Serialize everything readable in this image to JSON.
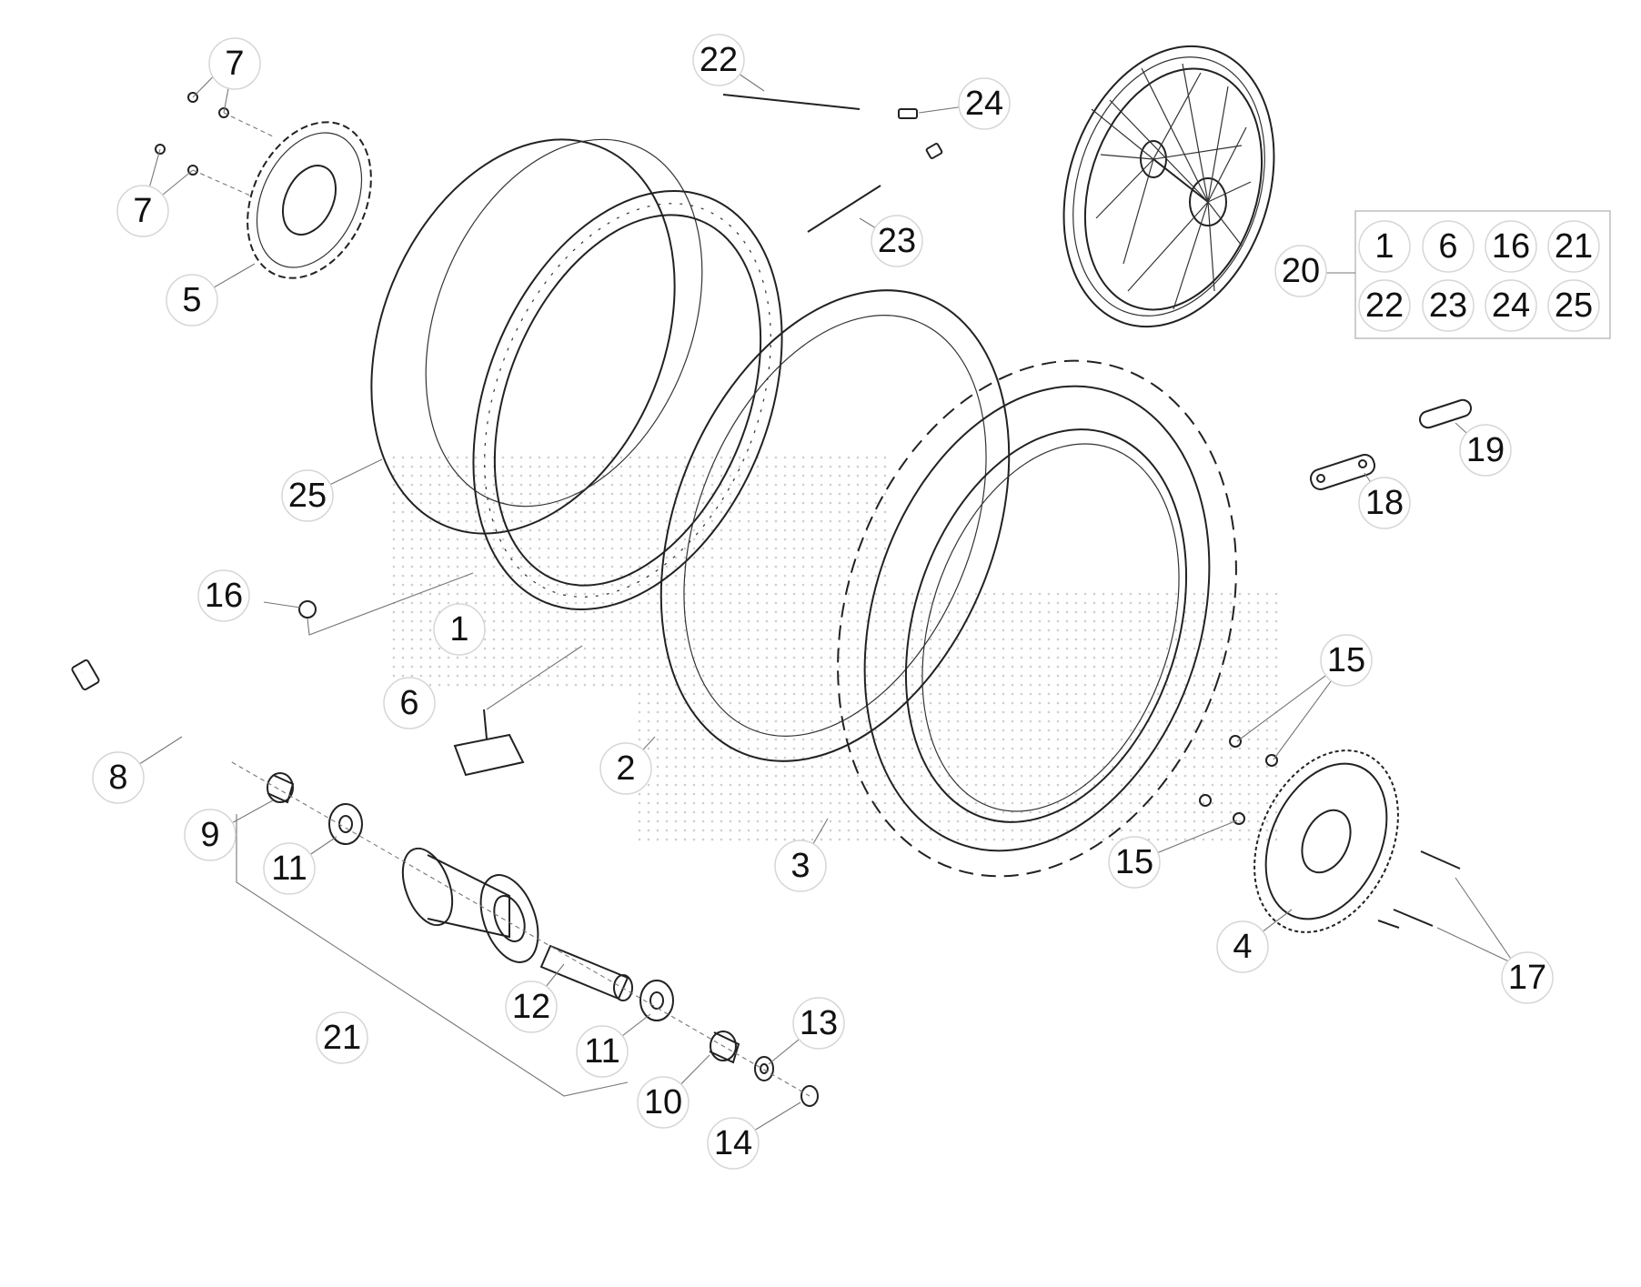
{
  "diagram": {
    "callouts": [
      "7",
      "7",
      "5",
      "22",
      "24",
      "23",
      "20",
      "25",
      "16",
      "1",
      "6",
      "8",
      "9",
      "11",
      "21",
      "12",
      "11",
      "10",
      "13",
      "14",
      "2",
      "3",
      "15",
      "15",
      "4",
      "17",
      "18",
      "19"
    ],
    "kit_box": [
      "1",
      "6",
      "16",
      "21",
      "22",
      "23",
      "24",
      "25"
    ]
  }
}
